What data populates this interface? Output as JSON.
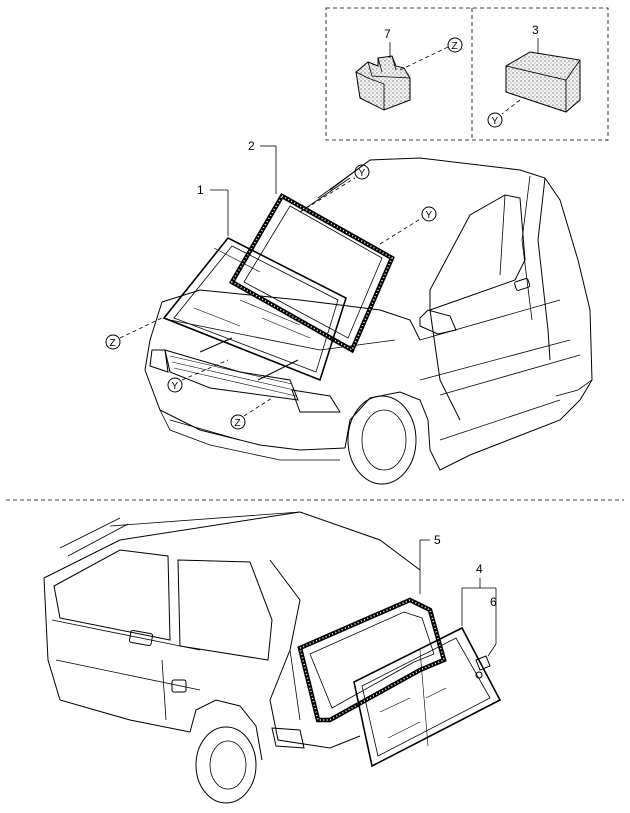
{
  "callouts": {
    "part_1": "1",
    "part_2": "2",
    "part_3": "3",
    "part_4": "4",
    "part_5": "5",
    "part_6": "6",
    "part_7": "7"
  },
  "refs": {
    "y": "Y",
    "z": "Z"
  },
  "icons": {
    "spacer_block": "stippled-foam-spacer",
    "clip_block": "stippled-foam-clip"
  }
}
